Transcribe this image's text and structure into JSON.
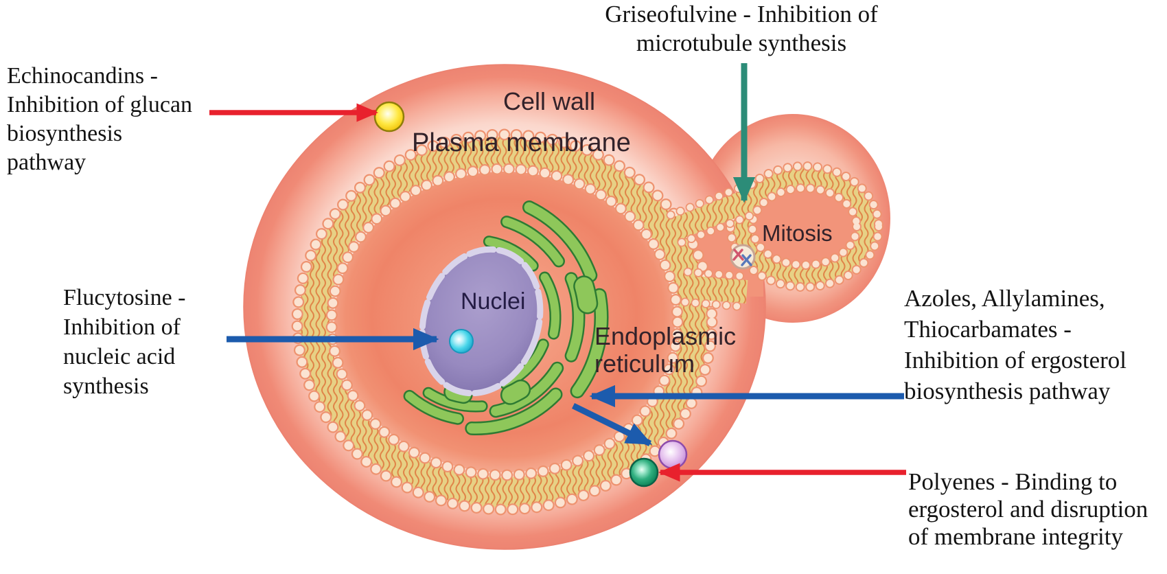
{
  "structures": {
    "cell_wall": "Cell wall",
    "plasma_membrane": "Plasma membrane",
    "nuclei": "Nuclei",
    "endoplasmic_reticulum": [
      "Endoplasmic",
      "reticulum"
    ],
    "mitosis": "Mitosis"
  },
  "drugs": {
    "echinocandins": {
      "lines": [
        "Echinocandins -",
        "Inhibition of glucan",
        "biosynthesis",
        "pathway"
      ]
    },
    "griseofulvine": {
      "lines": [
        "Griseofulvine - Inhibition of",
        "microtubule synthesis"
      ]
    },
    "flucytosine": {
      "lines": [
        "Flucytosine -",
        "Inhibition of",
        "nucleic acid",
        "synthesis"
      ]
    },
    "azoles": {
      "lines": [
        "Azoles, Allylamines,",
        "Thiocarbamates -",
        "Inhibition of ergosterol",
        "biosynthesis pathway"
      ]
    },
    "polyenes": {
      "lines": [
        "Polyenes - Binding to",
        "ergosterol and disruption",
        "of membrane integrity"
      ]
    }
  },
  "colors": {
    "red_arrow": "#e8212d",
    "blue_arrow": "#1c5bad",
    "teal_arrow": "#2c8c78",
    "membrane_band": "#e7d185",
    "cell_wall_rim": "#ed8472",
    "cytoplasm": "#f29478",
    "nucleus": "#988ac0",
    "er_green": "#8ec75a",
    "echinocandins_target_dot": "#ffe843",
    "flucytosine_target_dot": "#4cd7ea",
    "polyenes_target_dot": "#2fae7e",
    "azoles_target_dot": "#dcb2e8"
  }
}
